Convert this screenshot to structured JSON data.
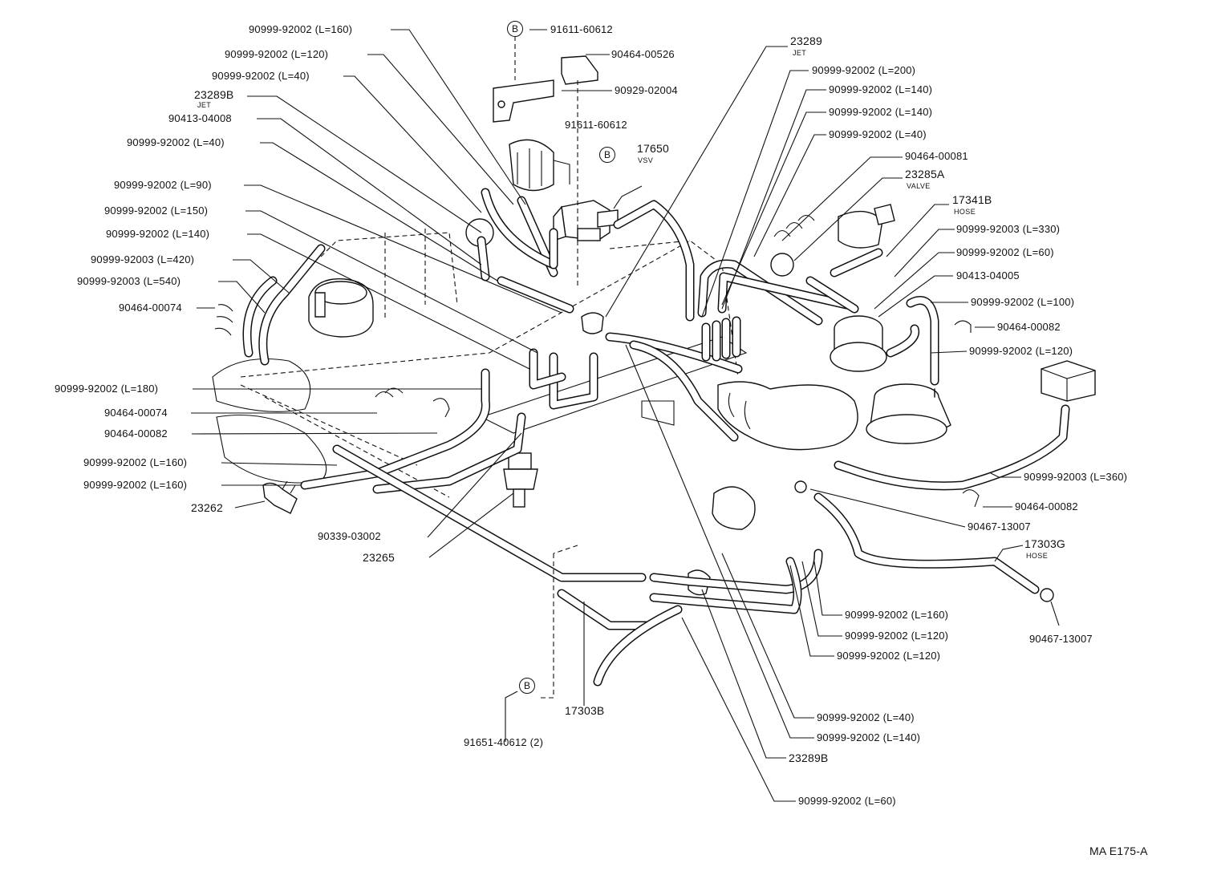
{
  "labels": {
    "l01": "90999-92002 (L=160)",
    "l02": "90999-92002 (L=120)",
    "l03": "90999-92002 (L=40)",
    "l04": "23289B",
    "l04s": "JET",
    "l05": "90413-04008",
    "l06": "90999-92002 (L=40)",
    "l07": "90999-92002 (L=90)",
    "l08": "90999-92002 (L=150)",
    "l09": "90999-92002 (L=140)",
    "l10": "90999-92003 (L=420)",
    "l11": "90999-92003 (L=540)",
    "l12": "90464-00074",
    "l13": "90999-92002 (L=180)",
    "l14": "90464-00074",
    "l15": "90464-00082",
    "l16": "90999-92002 (L=160)",
    "l17": "90999-92002 (L=160)",
    "l18": "23262",
    "l19": "90339-03002",
    "l20": "23265",
    "l21": "91651-40612 (2)",
    "l22": "17303B",
    "l23": "91611-60612",
    "l24": "90464-00526",
    "l25": "90929-02004",
    "l26": "91611-60612",
    "l27": "17650",
    "l27s": "VSV",
    "l28": "23289",
    "l28s": "JET",
    "l29": "90999-92002 (L=200)",
    "l30": "90999-92002 (L=140)",
    "l31": "90999-92002 (L=140)",
    "l32": "90999-92002 (L=40)",
    "l33": "90464-00081",
    "l34": "23285A",
    "l34s": "VALVE",
    "l35": "17341B",
    "l35s": "HOSE",
    "l36": "90999-92003 (L=330)",
    "l37": "90999-92002 (L=60)",
    "l38": "90413-04005",
    "l39": "90999-92002 (L=100)",
    "l40": "90464-00082",
    "l41": "90999-92002 (L=120)",
    "l42": "90999-92003 (L=360)",
    "l43": "90464-00082",
    "l44": "90467-13007",
    "l45": "17303G",
    "l45s": "HOSE",
    "l46": "90467-13007",
    "l47": "90999-92002 (L=160)",
    "l48": "90999-92002 (L=120)",
    "l49": "90999-92002 (L=120)",
    "l50": "90999-92002 (L=40)",
    "l51": "90999-92002 (L=140)",
    "l52": "23289B",
    "l53": "90999-92002 (L=60)"
  },
  "markers": {
    "b1": "B",
    "b2": "B",
    "b3": "B"
  },
  "figure_code": "MA E175-A",
  "icons": [
    "vsv-icon",
    "jet-icon",
    "valve-icon",
    "clamp-icon",
    "sensor-icon",
    "filter-box-icon"
  ]
}
